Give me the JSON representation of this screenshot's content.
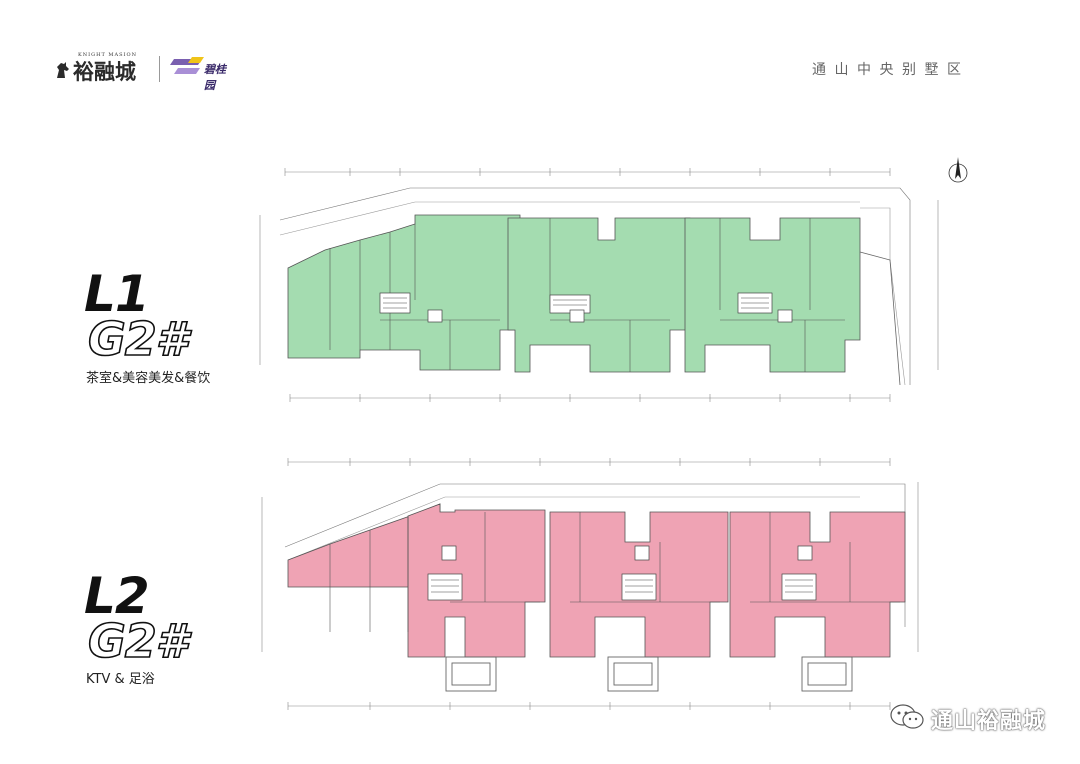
{
  "header": {
    "brand_small": "KNIGHT MASION",
    "brand_name": "裕融城",
    "partner_name": "碧桂园",
    "tagline": "通山中央别墅区"
  },
  "floors": [
    {
      "level": "L1",
      "building": "G2#",
      "usage": "茶室&美容美发&餐饮",
      "color": "#a4dcb0"
    },
    {
      "level": "L2",
      "building": "G2#",
      "usage": "KTV & 足浴",
      "color": "#efa3b4"
    }
  ],
  "watermark": {
    "text": "通山裕融城",
    "icon": "wechat-icon"
  }
}
